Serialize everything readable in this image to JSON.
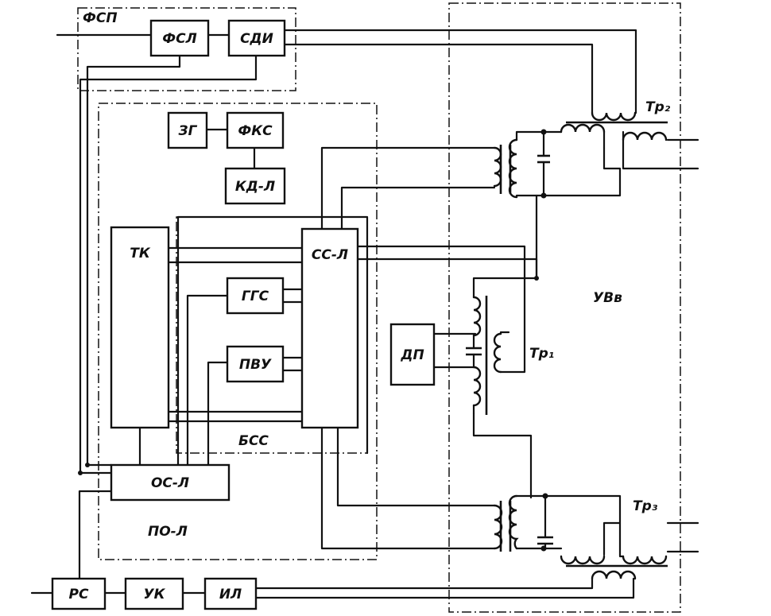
{
  "groups": {
    "fsp": "ФСП",
    "bss": "БСС",
    "po_l": "ПО-Л",
    "uvv": "УВв"
  },
  "blocks": {
    "fsl": "ФСЛ",
    "sdi": "СДИ",
    "zg": "ЗГ",
    "fks": "ФКС",
    "kd_l": "КД-Л",
    "tk": "ТК",
    "ss_l": "СС-Л",
    "ggs": "ГГС",
    "pvu": "ПВУ",
    "dp": "ДП",
    "os_l": "ОС-Л",
    "rs": "РС",
    "uk": "УК",
    "il": "ИЛ"
  },
  "transformers": {
    "tr1": "Тр₁",
    "tr2": "Тр₂",
    "tr3": "Тр₃"
  }
}
